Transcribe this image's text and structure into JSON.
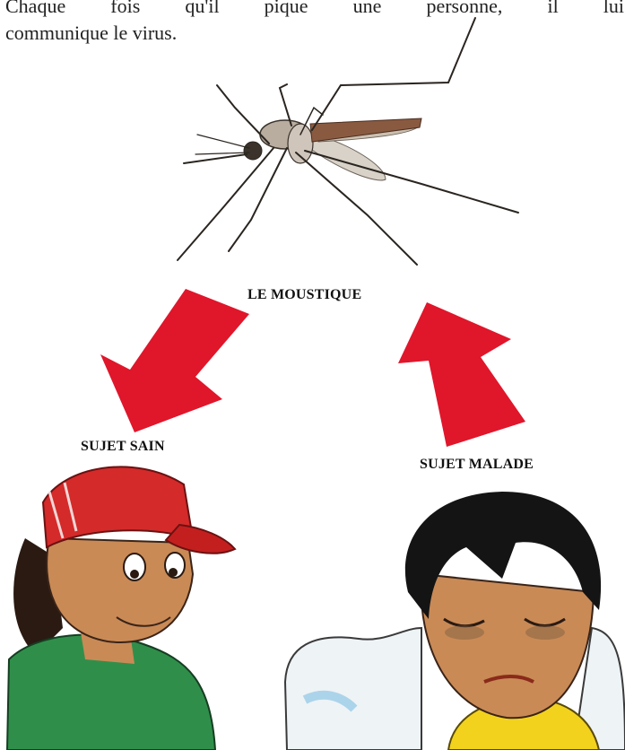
{
  "intro": {
    "line1": "Chaque fois qu'il pique une personne, il lui",
    "line2": "communique le virus."
  },
  "labels": {
    "mosquito": "LE MOUSTIQUE",
    "healthy": "SUJET SAIN",
    "sick": "SUJET MALADE"
  },
  "colors": {
    "arrow": "#e0162b",
    "cap": "#d42a2a",
    "shirt_green": "#2f8f4a",
    "shirt_yellow": "#f2d21c",
    "skin": "#c98a56"
  },
  "icons": {
    "mosquito": "mosquito-illustration",
    "arrow_down": "arrow-down-left-icon",
    "arrow_up": "arrow-up-left-icon"
  }
}
